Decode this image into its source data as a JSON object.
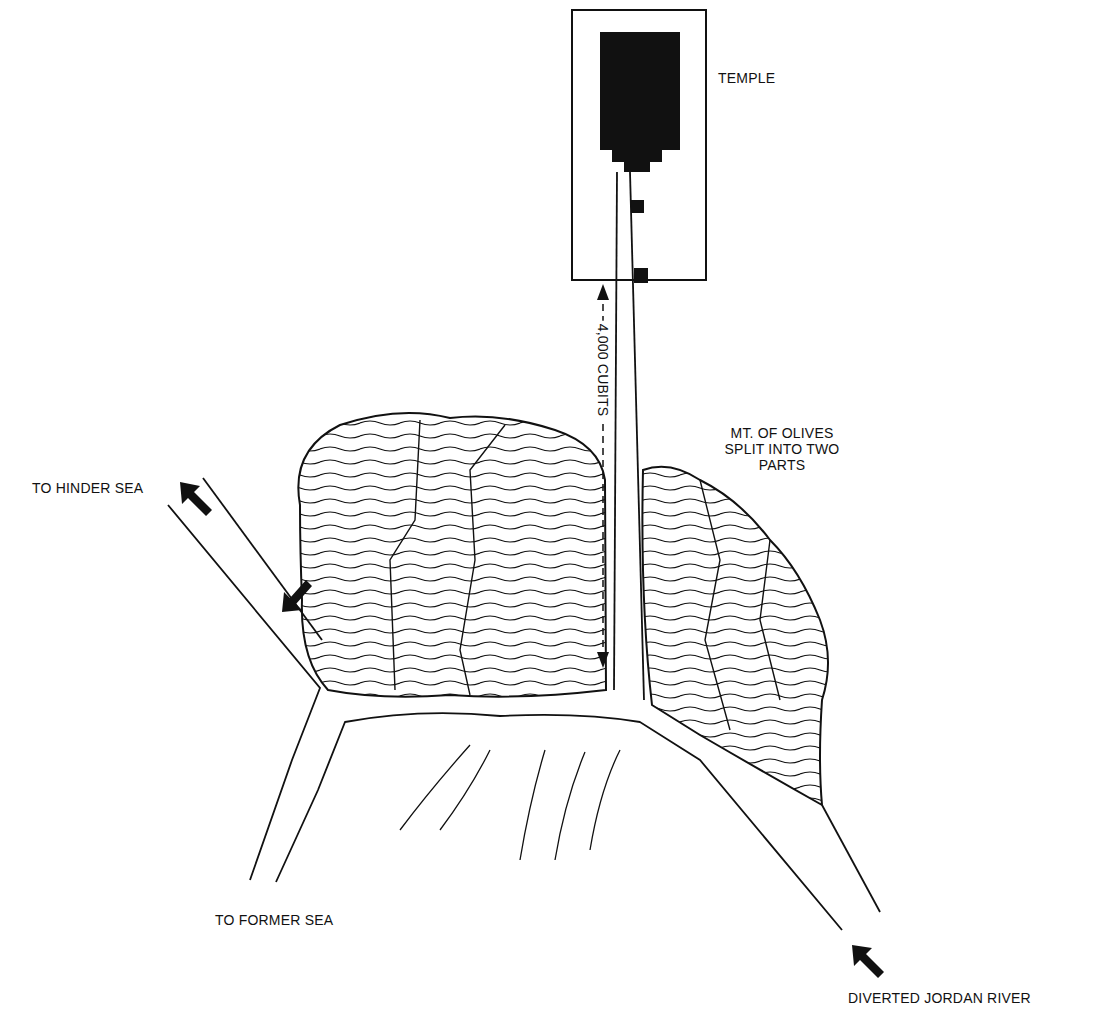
{
  "diagram": {
    "labels": [
      "TEMPLE",
      "4,000 CUBITS",
      "MT. OF OLIVES SPLIT INTO TWO PARTS",
      "TO HINDER SEA",
      "TO FORMER SEA",
      "DIVERTED JORDAN RIVER"
    ]
  }
}
